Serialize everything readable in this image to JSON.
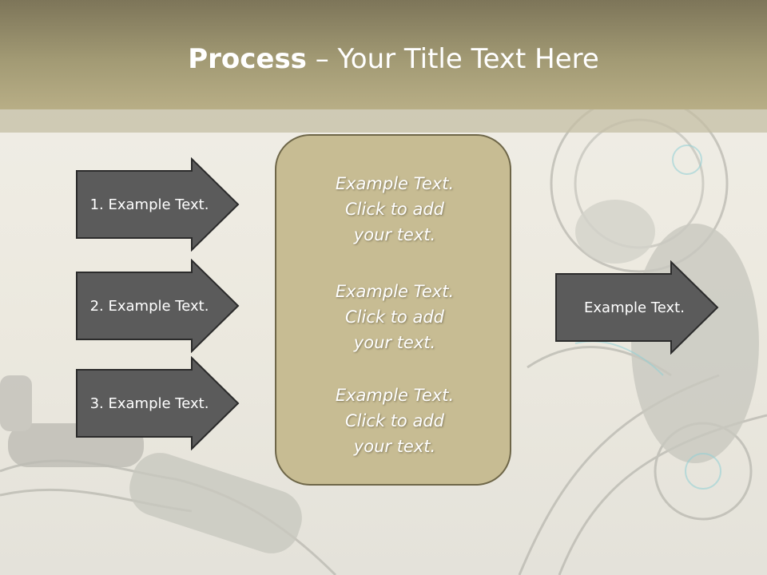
{
  "title": {
    "bold": "Process",
    "rest": " – Your Title Text Here"
  },
  "arrows": [
    {
      "label": "1. Example Text."
    },
    {
      "label": "2. Example Text."
    },
    {
      "label": "3. Example Text."
    }
  ],
  "center_box": {
    "blocks": [
      {
        "line1": "Example Text.",
        "line2": "Click  to add",
        "line3": "your text."
      },
      {
        "line1": "Example Text.",
        "line2": "Click  to add",
        "line3": "your text."
      },
      {
        "line1": "Example Text.",
        "line2": "Click  to add",
        "line3": "your text."
      }
    ]
  },
  "output_arrow": {
    "label": "Example Text."
  },
  "colors": {
    "title_bar": "#a29a74",
    "arrow_fill": "#5b5b5b",
    "arrow_border": "#2b2b2b",
    "box_fill": "#c7bc93",
    "box_border": "#6e6648",
    "text": "#ffffff"
  },
  "background": {
    "art": "robot-arm-graphic"
  }
}
